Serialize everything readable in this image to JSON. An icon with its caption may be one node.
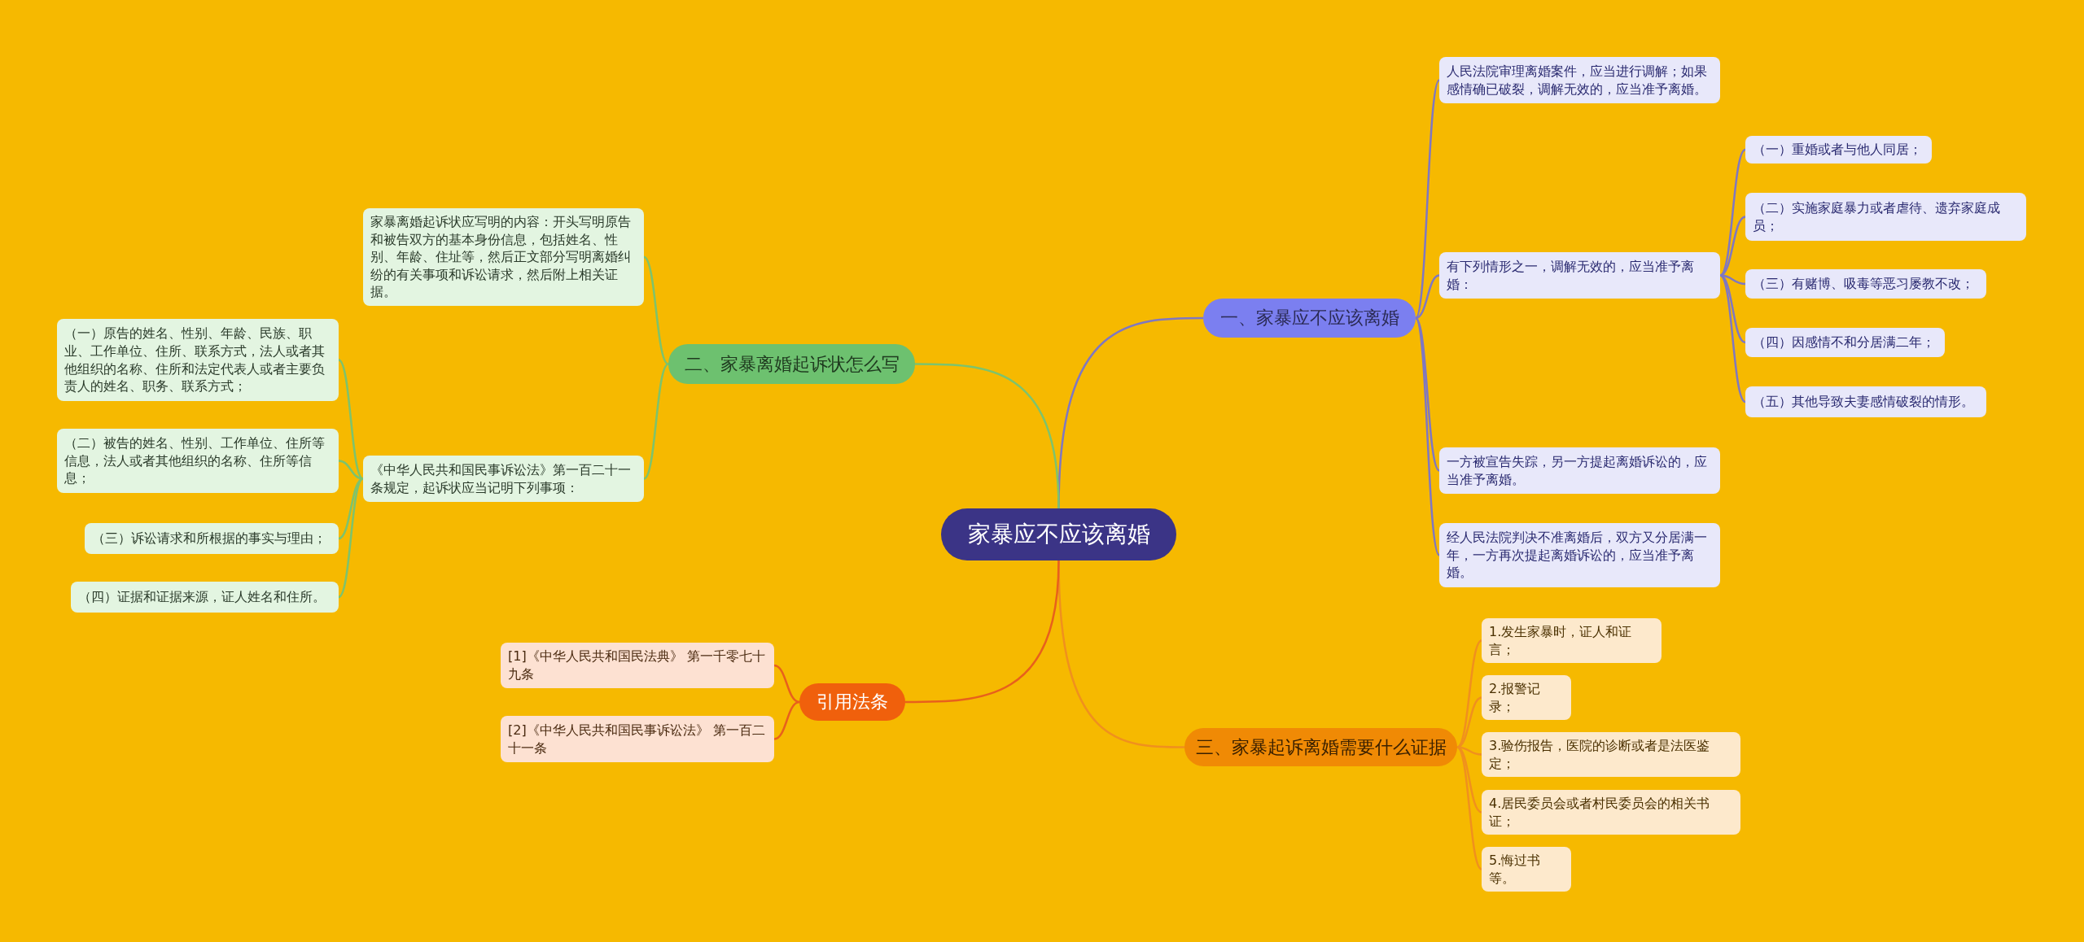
{
  "diagram": {
    "nodes": [
      {
        "text": [
          "家暴应不应该离婚"
        ]
      },
      {
        "text": [
          "一、家暴应不应该离婚"
        ]
      },
      {
        "text": [
          "人民法院审理离婚案件，应当进行调解；如果感情确已破裂，调解无效的，应当准予离婚。"
        ]
      },
      {
        "text": [
          "有下列情形之一，调解无效的，应当准予离婚："
        ]
      },
      {
        "text": [
          "（一）重婚或者与他人同居；"
        ]
      },
      {
        "text": [
          "（二）实施家庭暴力或者虐待、遗弃家庭成员；"
        ]
      },
      {
        "text": [
          "（三）有赌博、吸毒等恶习屡教不改；"
        ]
      },
      {
        "text": [
          "（四）因感情不和分居满二年；"
        ]
      },
      {
        "text": [
          "（五）其他导致夫妻感情破裂的情形。"
        ]
      },
      {
        "text": [
          "一方被宣告失踪，另一方提起离婚诉讼的，应当准予离婚。"
        ]
      },
      {
        "text": [
          "经人民法院判决不准离婚后，双方又分居满一年，一方再次提起离婚诉讼的，应当准予离婚。"
        ]
      },
      {
        "text": [
          "二、家暴离婚起诉状怎么写"
        ]
      },
      {
        "text": [
          "家暴离婚起诉状应写明的内容：开头写明原告和被告双方的基本身份信息，包括姓名、性别、年龄、住址等，然后正文部分写明离婚纠纷的有关事项和诉讼请求，然后附上相关证据。"
        ]
      },
      {
        "text": [
          "《中华人民共和国民事诉讼法》第一百二十一条规定，起诉状应当记明下列事项："
        ]
      },
      {
        "text": [
          "（一）原告的姓名、性别、年龄、民族、职业、工作单位、住所、联系方式，法人或者其他组织的名称、住所和法定代表人或者主要负责人的姓名、职务、联系方式；"
        ]
      },
      {
        "text": [
          "（二）被告的姓名、性别、工作单位、住所等信息，法人或者其他组织的名称、住所等信息；"
        ]
      },
      {
        "text": [
          "（三）诉讼请求和所根据的事实与理由；"
        ]
      },
      {
        "text": [
          "（四）证据和证据来源，证人姓名和住所。"
        ]
      },
      {
        "text": [
          "三、家暴起诉离婚需要什么证据"
        ]
      },
      {
        "text": [
          "1.发生家暴时，证人和证言；"
        ]
      },
      {
        "text": [
          "2.报警记录；"
        ]
      },
      {
        "text": [
          "3.验伤报告，医院的诊断或者是法医鉴定；"
        ]
      },
      {
        "text": [
          "4.居民委员会或者村民委员会的相关书证；"
        ]
      },
      {
        "text": [
          "5.悔过书等。"
        ]
      },
      {
        "text": [
          "引用法条"
        ]
      },
      {
        "text": [
          "[1]《中华人民共和国民法典》 第一千零七十九条"
        ]
      },
      {
        "text": [
          "[2]《中华人民共和国民事诉讼法》 第一百二十一条"
        ]
      }
    ],
    "edges": [
      {
        "from": 0,
        "to": 1,
        "arrow": "none"
      },
      {
        "from": 1,
        "to": 2,
        "arrow": "none"
      },
      {
        "from": 1,
        "to": 3,
        "arrow": "none"
      },
      {
        "from": 3,
        "to": 4,
        "arrow": "none"
      },
      {
        "from": 3,
        "to": 5,
        "arrow": "none"
      },
      {
        "from": 3,
        "to": 6,
        "arrow": "none"
      },
      {
        "from": 3,
        "to": 7,
        "arrow": "none"
      },
      {
        "from": 3,
        "to": 8,
        "arrow": "none"
      },
      {
        "from": 1,
        "to": 9,
        "arrow": "none"
      },
      {
        "from": 1,
        "to": 10,
        "arrow": "none"
      },
      {
        "from": 0,
        "to": 11,
        "arrow": "none",
        "color": "#7cc36e"
      },
      {
        "from": 11,
        "to": 12,
        "arrow": "none",
        "color": "#7cc36e"
      },
      {
        "from": 11,
        "to": 13,
        "arrow": "none",
        "color": "#7cc36e"
      },
      {
        "from": 13,
        "to": 14,
        "arrow": "none",
        "color": "#7cc36e"
      },
      {
        "from": 13,
        "to": 15,
        "arrow": "none",
        "color": "#7cc36e"
      },
      {
        "from": 13,
        "to": 16,
        "arrow": "none",
        "color": "#7cc36e"
      },
      {
        "from": 13,
        "to": 17,
        "arrow": "none",
        "color": "#7cc36e"
      },
      {
        "from": 0,
        "to": 18,
        "arrow": "none",
        "color": "#f0901e"
      },
      {
        "from": 18,
        "to": 19,
        "arrow": "none",
        "color": "#f0901e"
      },
      {
        "from": 18,
        "to": 20,
        "arrow": "none",
        "color": "#f0901e"
      },
      {
        "from": 18,
        "to": 21,
        "arrow": "none",
        "color": "#f0901e"
      },
      {
        "from": 18,
        "to": 22,
        "arrow": "none",
        "color": "#f0901e"
      },
      {
        "from": 18,
        "to": 23,
        "arrow": "none",
        "color": "#f0901e"
      },
      {
        "from": 0,
        "to": 24,
        "arrow": "none",
        "color": "#e8601c"
      },
      {
        "from": 24,
        "to": 25,
        "arrow": "none",
        "color": "#e8601c"
      },
      {
        "from": 24,
        "to": 26,
        "arrow": "none",
        "color": "#e8601c"
      }
    ]
  }
}
